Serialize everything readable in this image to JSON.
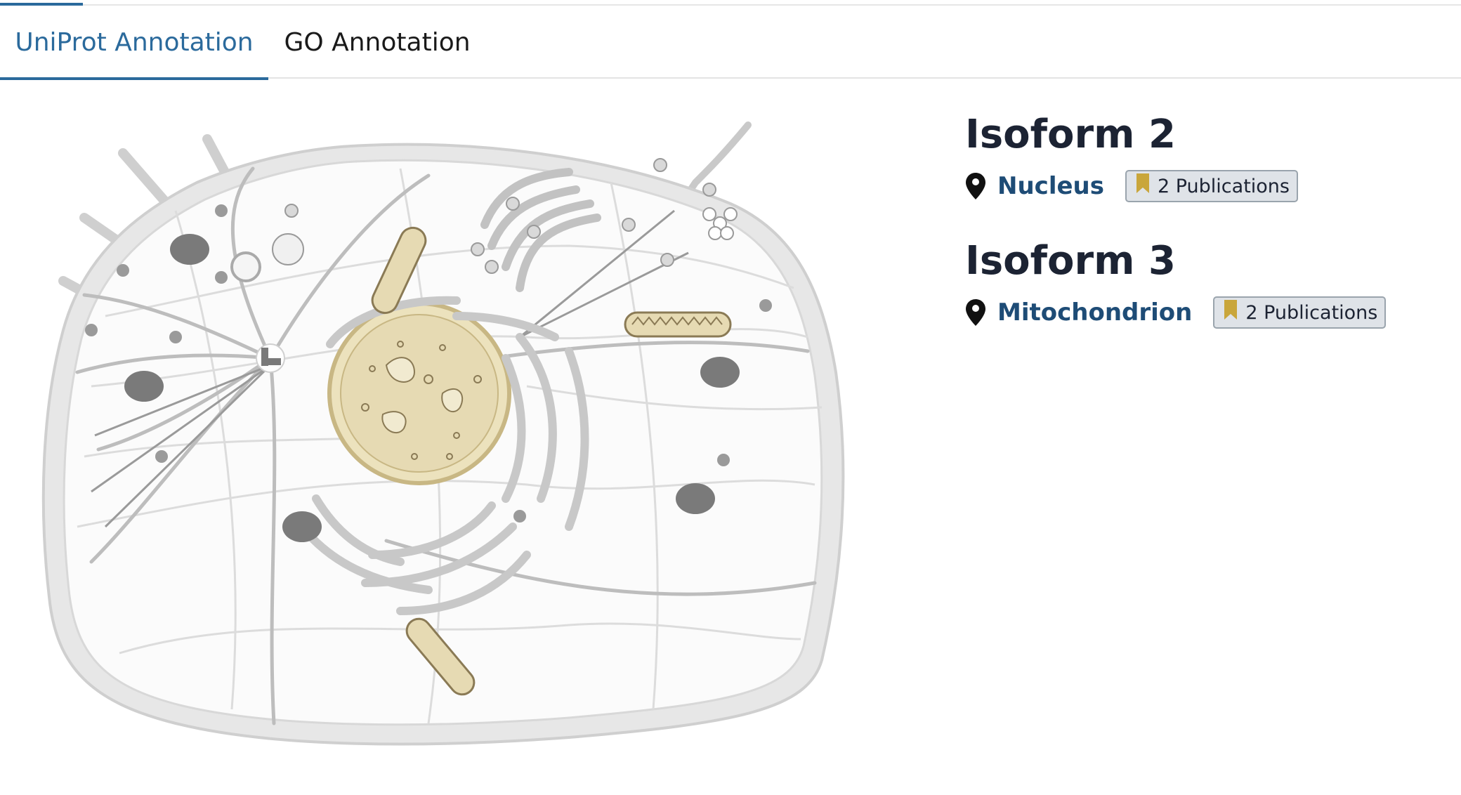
{
  "tabs": [
    {
      "label": "UniProt Annotation",
      "active": true
    },
    {
      "label": "GO Annotation",
      "active": false
    }
  ],
  "isoforms": [
    {
      "title": "Isoform 2",
      "location": "Nucleus",
      "publications": "2 Publications"
    },
    {
      "title": "Isoform 3",
      "location": "Mitochondrion",
      "publications": "2 Publications"
    }
  ],
  "colors": {
    "accent": "#2b6a9c",
    "link": "#1e4c76",
    "badge_bg": "#dfe3e8",
    "badge_border": "#9aa4ad",
    "bookmark": "#c9a63b",
    "nucleus_fill": "#e6dab3",
    "organelle_gray": "#7a7a7a",
    "cell_gray": "#cfcfcf"
  },
  "icons": {
    "location": "map-pin-icon",
    "publication": "bookmark-icon",
    "illustration": "cell-diagram"
  }
}
